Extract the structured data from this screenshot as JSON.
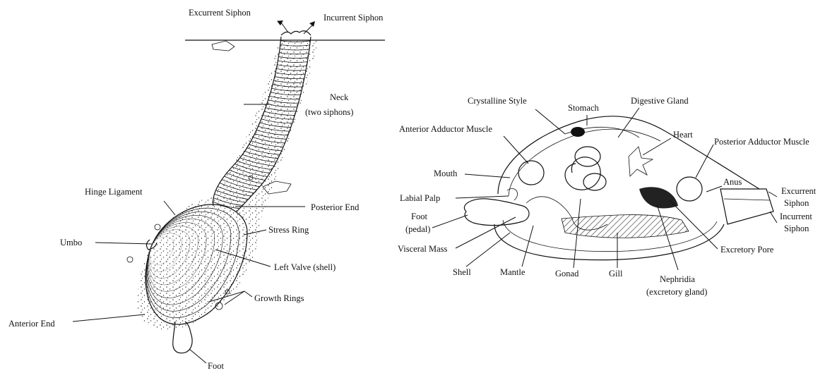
{
  "left_diagram": {
    "labels": {
      "excurrent_siphon": "Excurrent Siphon",
      "incurrent_siphon": "Incurrent Siphon",
      "neck_line1": "Neck",
      "neck_line2": "(two siphons)",
      "hinge_ligament": "Hinge Ligament",
      "posterior_end": "Posterior End",
      "stress_ring": "Stress Ring",
      "umbo": "Umbo",
      "left_valve": "Left Valve (shell)",
      "growth_rings": "Growth Rings",
      "anterior_end": "Anterior End",
      "foot": "Foot"
    }
  },
  "right_diagram": {
    "labels": {
      "stomach": "Stomach",
      "crystalline_style": "Crystalline Style",
      "digestive_gland": "Digestive Gland",
      "anterior_adductor_muscle": "Anterior Adductor Muscle",
      "heart": "Heart",
      "posterior_adductor_muscle": "Posterior Adductor Muscle",
      "mouth": "Mouth",
      "anus": "Anus",
      "excurrent_siphon_line1": "Excurrent",
      "excurrent_siphon_line2": "Siphon",
      "labial_palp": "Labial Palp",
      "foot_line1": "Foot",
      "foot_line2": "(pedal)",
      "incurrent_siphon_line1": "Incurrent",
      "incurrent_siphon_line2": "Siphon",
      "visceral_mass": "Visceral Mass",
      "excretory_pore": "Excretory Pore",
      "shell": "Shell",
      "mantle": "Mantle",
      "gonad": "Gonad",
      "gill": "Gill",
      "nephridia_line1": "Nephridia",
      "nephridia_line2": "(excretory gland)"
    }
  }
}
